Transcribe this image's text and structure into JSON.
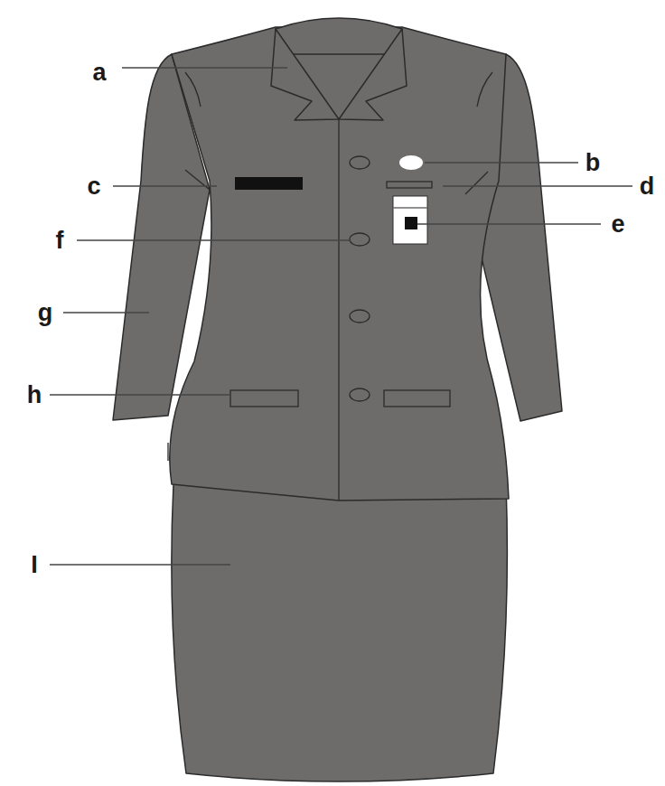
{
  "diagram": {
    "labels": [
      "a",
      "b",
      "c",
      "d",
      "e",
      "f",
      "g",
      "h",
      "I"
    ]
  }
}
